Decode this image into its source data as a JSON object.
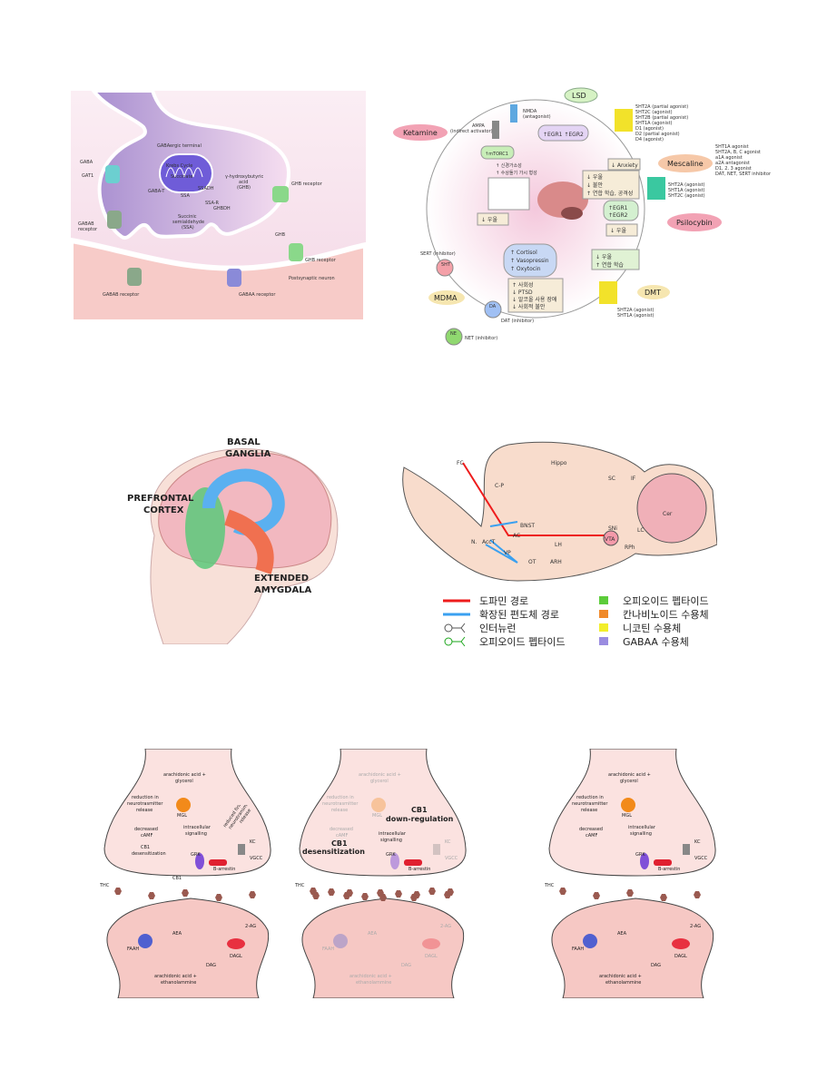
{
  "figures": {
    "ghb": {
      "labels": {
        "terminal": "GABAergic terminal",
        "gaba": "GABA",
        "gat1": "GAT1",
        "gabab_top": "GABAB",
        "receptor": "receptor",
        "krebs": "Krebs Cycle",
        "succinate": "Succinate",
        "ssadh": "SSADH",
        "ssa": "SSA",
        "gabat": "GABA-T",
        "ssar": "SSA-R",
        "ghbdh": "GHBDH",
        "ssa_full1": "Succinic",
        "ssa_full2": "semialdehyde",
        "ssa_full3": "(SSA)",
        "ghb1": "γ-hydroxybutyric",
        "ghb2": "acid",
        "ghb3": "(GHB)",
        "ghb_receptor": "GHB receptor",
        "ghb": "GHB",
        "gabab_receptor": "GABAB receptor",
        "gabaa_receptor": "GABAA receptor",
        "postsynaptic": "Postsynaptic neuron"
      }
    },
    "drugs": {
      "lsd": "LSD",
      "ketamine": "Ketamine",
      "mescaline": "Mescaline",
      "psilocybin": "Psilocybin",
      "dmt": "DMT",
      "mdma": "MDMA",
      "nmda": "NMDA",
      "nmda_sub": "(antagonist)",
      "ampa": "AMPA",
      "ampa_sub": "(indirect activator)",
      "egr": "↑EGR1 ↑EGR2",
      "tmtorc1": "↑mTORC1",
      "synapse1": "↑ 신경가소성",
      "synapse2": "↑ 수상돌기 가시 형성",
      "depress1": "↓ 우울",
      "anxiety": "↓ Anxiety",
      "lsd_effects": [
        "↓ 우울",
        "↓ 불안",
        "↑ 연합 학습, 공격성"
      ],
      "psil_egr": [
        "↑EGR1",
        "↑EGR2"
      ],
      "depress2": "↓ 우울",
      "dmt_effects": [
        "↓ 우울",
        "↑ 연합 학습"
      ],
      "hormones": [
        "↑ Cortisol",
        "↑ Vasopressin",
        "↑ Oxytocin"
      ],
      "mdma_effects": [
        "↑ 사회성",
        "↓ PTSD",
        "↓ 알코올 사용 장애",
        "↓ 사회적 불안"
      ],
      "lsd_receptors": [
        "5HT2A (partial agonist)",
        "5HT2C (agonist)",
        "5HT2B (partial agonist)",
        "5HT1A (agonist)",
        "D1 (agonist)",
        "D2 (partial agonist)",
        "D4 (agonist)"
      ],
      "mescaline_receptors": [
        "5HT1A agonist",
        "5HT2A, B, C agonist",
        "a1A agonist",
        "a2A antagonist",
        "D1, 2, 3 agonist",
        "DAT, NET, SERT inhibitor"
      ],
      "psil_receptors": [
        "5HT2A (agonist)",
        "5HT1A (agonist)",
        "5HT2C (agonist)"
      ],
      "dmt_receptors": [
        "5HT2A (agonist)",
        "5HT1A (agonist)"
      ],
      "sert": "SERT (inhibitor)",
      "sht": "5HT",
      "dat": "DAT (inhibitor)",
      "da": "DA",
      "net": "NET (inhibitor)",
      "ne": "NE"
    },
    "head": {
      "basal1": "BASAL",
      "basal2": "GANGLIA",
      "pfc1": "PREFRONTAL",
      "pfc2": "CORTEX",
      "ext1": "EXTENDED",
      "ext2": "AMYGDALA"
    },
    "rat": {
      "regions": {
        "fc": "FC",
        "hippo": "Hippo",
        "sc": "SC",
        "if": "IF",
        "cp": "C-P",
        "cer": "Cer",
        "bnst": "BNST",
        "acct": "AccT",
        "n": "N.",
        "ac": "AC",
        "vp": "VP",
        "lh": "LH",
        "ot": "OT",
        "arh": "ARH",
        "vta": "VTA",
        "sni": "SNi",
        "lc": "LC",
        "rph": "RPh"
      },
      "legend": [
        {
          "label": "도파민 경로",
          "color": "#ee1c1c"
        },
        {
          "label": "확장된 편도체 경로",
          "color": "#3aa0f0"
        },
        {
          "label": "인터뉴런",
          "color": "#555555"
        },
        {
          "label": "오피오이드 펩타이드",
          "color": "#1aa51a"
        },
        {
          "label": "오피오이드 펩타이드",
          "color": "#5ccc3a"
        },
        {
          "label": "칸나비노이드 수용체",
          "color": "#f08a2a"
        },
        {
          "label": "니코틴 수용체",
          "color": "#f2ee2a"
        },
        {
          "label": "GABAA 수용체",
          "color": "#9a8ce0"
        }
      ]
    },
    "cb1": [
      {
        "faded": false,
        "labels": {
          "aa_glycerol1": "arachidonic acid +",
          "aa_glycerol2": "glycerol",
          "mgl": "MGL",
          "reduction1": "reduction in",
          "reduction2": "neurotrasmitter",
          "reduction3": "release",
          "decreased1": "decreased",
          "decreased2": "cAMF",
          "intracellular1": "intracellular",
          "intracellular2": "signalling",
          "cb1des1": "CB1",
          "cb1des2": "desensitization",
          "grk": "GRK",
          "barrestin": "B-arrestin",
          "reduced": "reduced firing and neurotransmitter release",
          "kc": "KC",
          "vgcc": "VGCC",
          "thc": "THC",
          "cb1": "CB1",
          "aea": "AEA",
          "faah": "FAAH",
          "ag": "2-AG",
          "dagl": "DAGL",
          "dag": "DAG",
          "aa_eth1": "arachidonic acid +",
          "aa_eth2": "ethanolammine"
        }
      },
      {
        "faded": true,
        "labels": {
          "downreg1": "CB1",
          "downreg2": "down-regulation",
          "cb1des1": "CB1",
          "cb1des2": "desensitization",
          "intracellular1": "intracellular",
          "intracellular2": "signalling",
          "grk": "GRK",
          "barrestin": "B-arrestin",
          "thc": "THC",
          "aa_glycerol1": "arachidonic acid +",
          "aa_glycerol2": "glycerol",
          "mgl": "MGL",
          "reduction1": "reduction in",
          "reduction2": "neurotrasmitter",
          "reduction3": "release",
          "decreased1": "decreased",
          "decreased2": "cAMF",
          "kc": "KC",
          "vgcc": "VGCC",
          "aea": "AEA",
          "faah": "FAAH",
          "ag": "2-AG",
          "dagl": "DAGL",
          "dag": "DAG",
          "aa_eth1": "arachidonic acid +",
          "aa_eth2": "ethanolammine"
        }
      },
      {
        "faded": false,
        "labels": {
          "aa_glycerol1": "arachidonic acid +",
          "aa_glycerol2": "glycerol",
          "mgl": "MGL",
          "reduction1": "reduction in",
          "reduction2": "neurotrasmitter",
          "reduction3": "release",
          "decreased1": "decreased",
          "decreased2": "cAMF",
          "intracellular1": "intracellular",
          "intracellular2": "signalling",
          "grk": "GRK",
          "barrestin": "B-arrestin",
          "kc": "KC",
          "vgcc": "VGCC",
          "thc": "THC",
          "aea": "AEA",
          "faah": "FAAH",
          "ag": "2-AG",
          "dagl": "DAGL",
          "dag": "DAG",
          "aa_eth1": "arachidonic acid +",
          "aa_eth2": "ethanolammine"
        }
      }
    ]
  }
}
